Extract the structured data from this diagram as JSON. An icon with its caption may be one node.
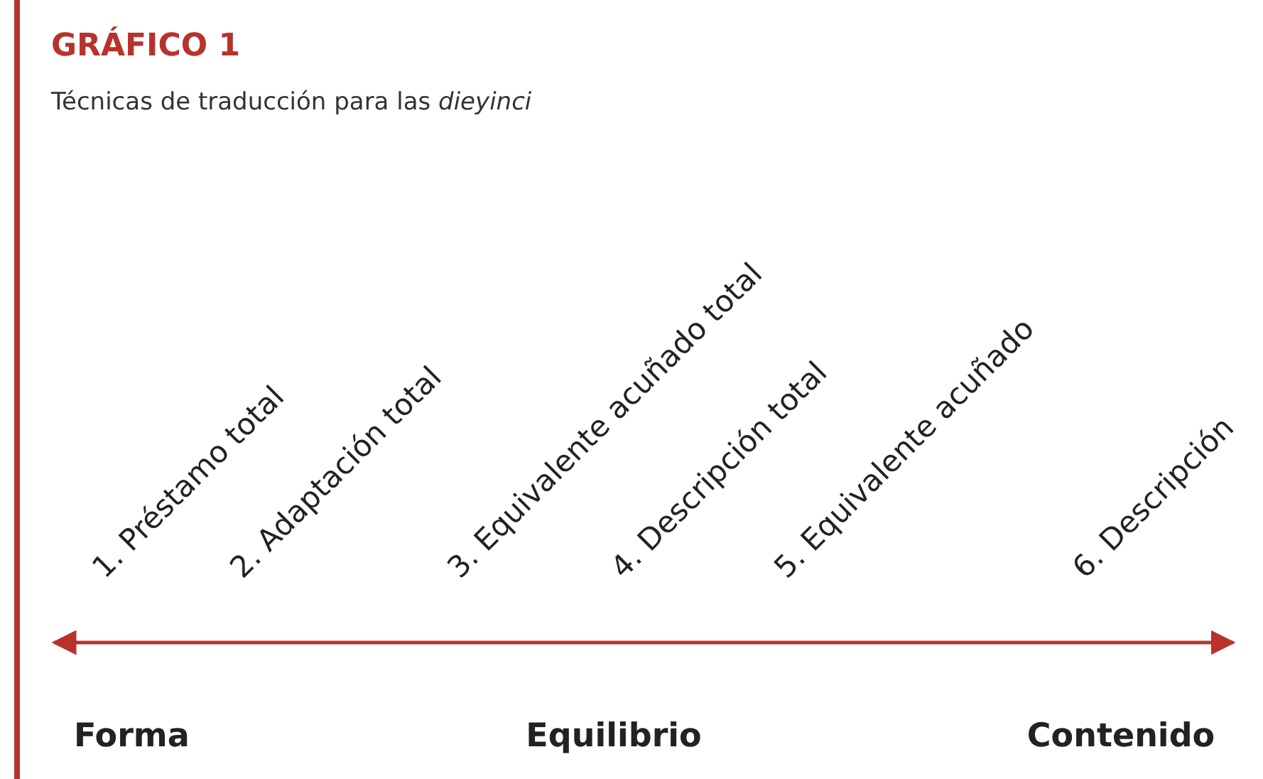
{
  "diagram": {
    "title": "GRÁFICO 1",
    "caption": "Técnicas de traducción para las *dieyinci*",
    "labels": [
      "1. Préstamo total",
      "2. Adaptación total",
      "3. Equivalente acuñado total",
      "4. Descripción total",
      "5. Equivalente acuñado",
      "6. Descripción",
      "Forma",
      "Equilibrio",
      "Contenido"
    ]
  }
}
